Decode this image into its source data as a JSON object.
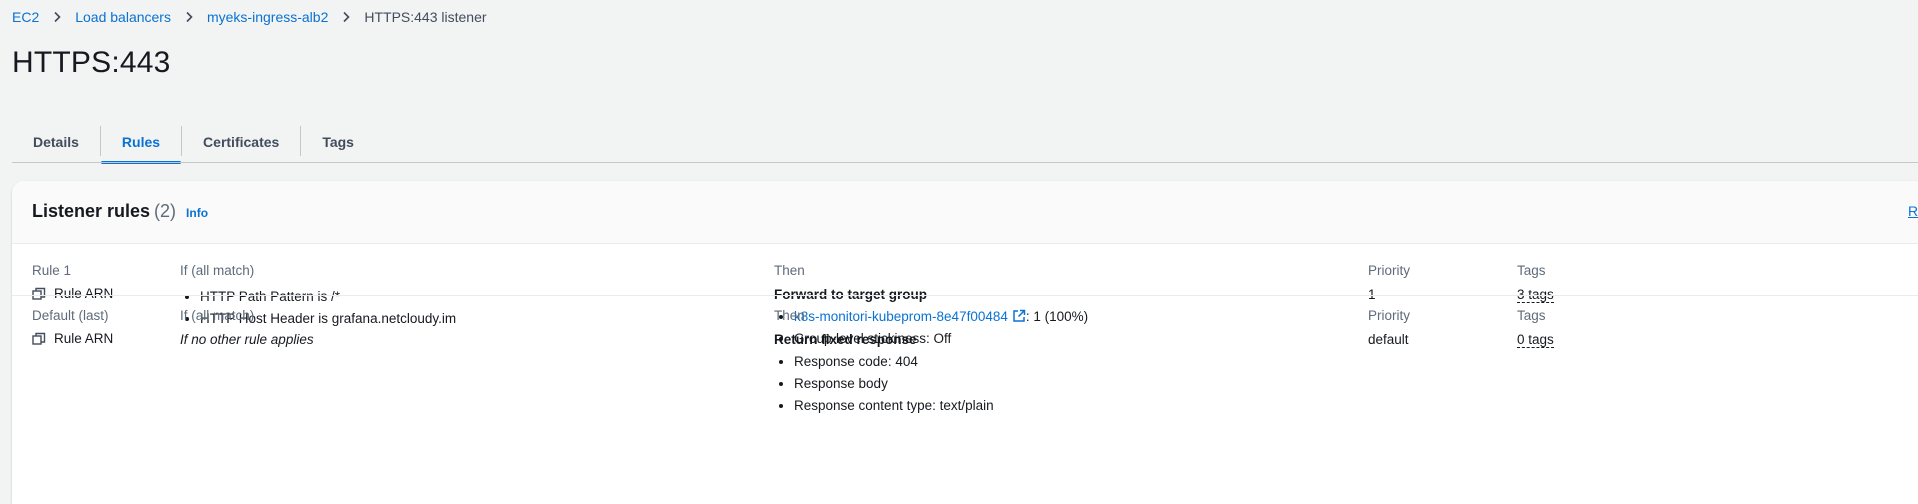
{
  "breadcrumb": {
    "items": [
      "EC2",
      "Load balancers",
      "myeks-ingress-alb2"
    ],
    "current": "HTTPS:443 listener"
  },
  "page": {
    "title": "HTTPS:443"
  },
  "tabs": [
    {
      "label": "Details"
    },
    {
      "label": "Rules"
    },
    {
      "label": "Certificates"
    },
    {
      "label": "Tags"
    }
  ],
  "listener_rules": {
    "title": "Listener rules",
    "count": "(2)",
    "info": "Info",
    "header_cutoff_text": "R"
  },
  "rules": [
    {
      "name": "Rule 1",
      "arn_label": "Rule ARN",
      "if_label": "If (all match)",
      "conditions": [
        "HTTP Path Pattern is /*",
        "HTTP Host Header is grafana.netcloudy.im"
      ],
      "then_label": "Then",
      "action": "Forward to target group",
      "target_group": "k8s-monitori-kubeprom-8e47f00484",
      "target_weight": ": 1 (100%)",
      "stickiness": "Group-level stickiness: Off",
      "priority_label": "Priority",
      "priority": "1",
      "tags_label": "Tags",
      "tags": "3 tags"
    },
    {
      "name": "Default (last)",
      "arn_label": "Rule ARN",
      "if_label": "If (all match)",
      "condition_text": "If no other rule applies",
      "then_label": "Then",
      "action": "Return fixed response",
      "details": [
        "Response code: 404",
        "Response body",
        "Response content type: text/plain"
      ],
      "priority_label": "Priority",
      "priority": "default",
      "tags_label": "Tags",
      "tags": "0 tags"
    }
  ],
  "colors": {
    "link": "#0972d3",
    "background": "#f2f3f3",
    "panel": "#ffffff"
  },
  "icons": [
    "chevron-right-icon",
    "copy-icon",
    "external-link-icon"
  ]
}
